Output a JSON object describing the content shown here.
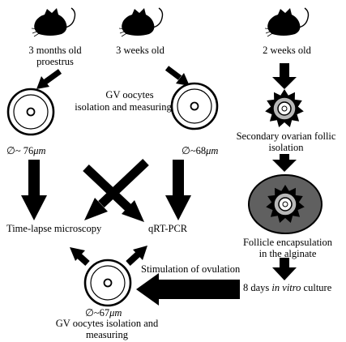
{
  "mice": {
    "adult": {
      "age": "3 months old",
      "stage": "proestrus"
    },
    "juvenile": {
      "age": "3 weeks old"
    },
    "prepubertal": {
      "age": "2 weeks old"
    }
  },
  "steps": {
    "gv_isolation_line1": "GV oocytes",
    "gv_isolation_line2": "isolation and measuring",
    "follicle_isolation_line1": "Secondary ovarian follic",
    "follicle_isolation_line2": "isolation",
    "encapsulation_line1": "Follicle encapsulation",
    "encapsulation_line2": "in the alginate",
    "culture_prefix": "8 days ",
    "culture_italic": "in vitro",
    "culture_suffix": " culture",
    "ovulation": "Stimulation of ovulation",
    "gv_isolation2_line1": "GV oocytes isolation and",
    "gv_isolation2_line2": "measuring"
  },
  "outcomes": {
    "timelapse": "Time-lapse microscopy",
    "qrtpcr": "qRT-PCR"
  },
  "diameters": {
    "symbol": "∅",
    "unit": "μm",
    "adult_prefix": "~ 76",
    "juvenile_prefix": "~68",
    "cultured_prefix": "~67"
  },
  "colors": {
    "ink": "#000000",
    "follicle_fill": "#606060",
    "granulosa_fill": "#b8b8b8"
  }
}
